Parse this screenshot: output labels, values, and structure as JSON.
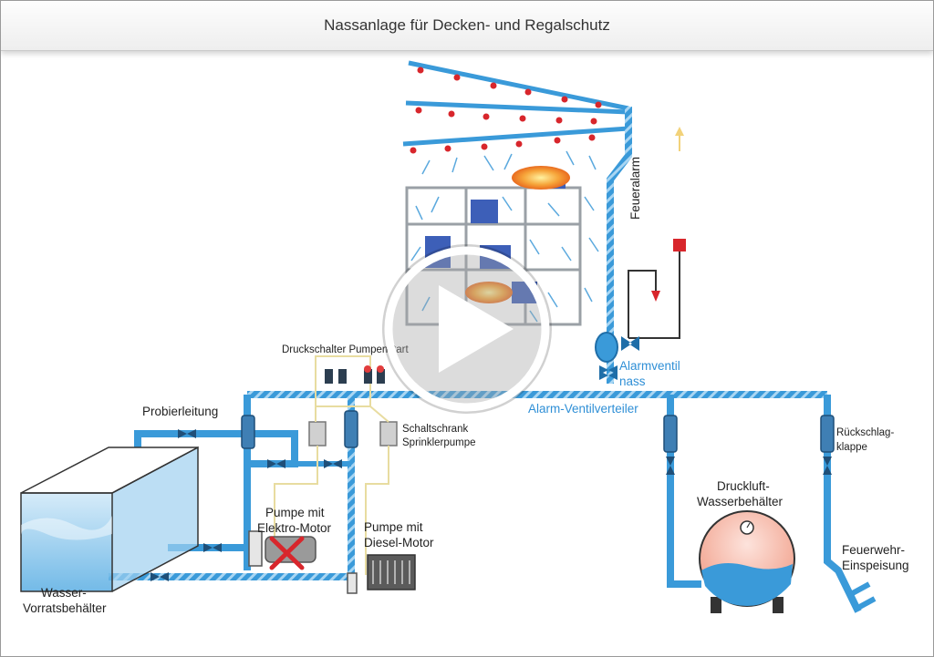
{
  "title": "Nassanlage für Decken- und Regalschutz",
  "labels": {
    "feueralarm": "Feueralarm",
    "druckschalter": "Druckschalter Pumpenstart",
    "alarmventil_1": "Alarmventil",
    "alarmventil_2": "nass",
    "alarm_verteiler": "Alarm-Ventilverteiler",
    "probierleitung": "Probierleitung",
    "schaltschrank_1": "Schaltschrank",
    "schaltschrank_2": "Sprinklerpumpe",
    "rueckschlag_1": "Rückschlag-",
    "rueckschlag_2": "klappe",
    "druckluft_1": "Druckluft-",
    "druckluft_2": "Wasserbehälter",
    "pumpe_elektro_1": "Pumpe mit",
    "pumpe_elektro_2": "Elektro-Motor",
    "pumpe_diesel_1": "Pumpe mit",
    "pumpe_diesel_2": "Diesel-Motor",
    "feuerwehr_1": "Feuerwehr-",
    "feuerwehr_2": "Einspeisung",
    "wasser_1": "Wasser-",
    "wasser_2": "Vorratsbehälter"
  },
  "colors": {
    "pipe": "#3a9ad9",
    "pipe_light": "#7cc0ec",
    "alarm_red": "#d8262c",
    "wire": "#e8dca0",
    "alarm_arrow": "#f2d27a"
  },
  "icons": {
    "play_button": "play-icon",
    "pump_disabled": "red-x-icon"
  }
}
